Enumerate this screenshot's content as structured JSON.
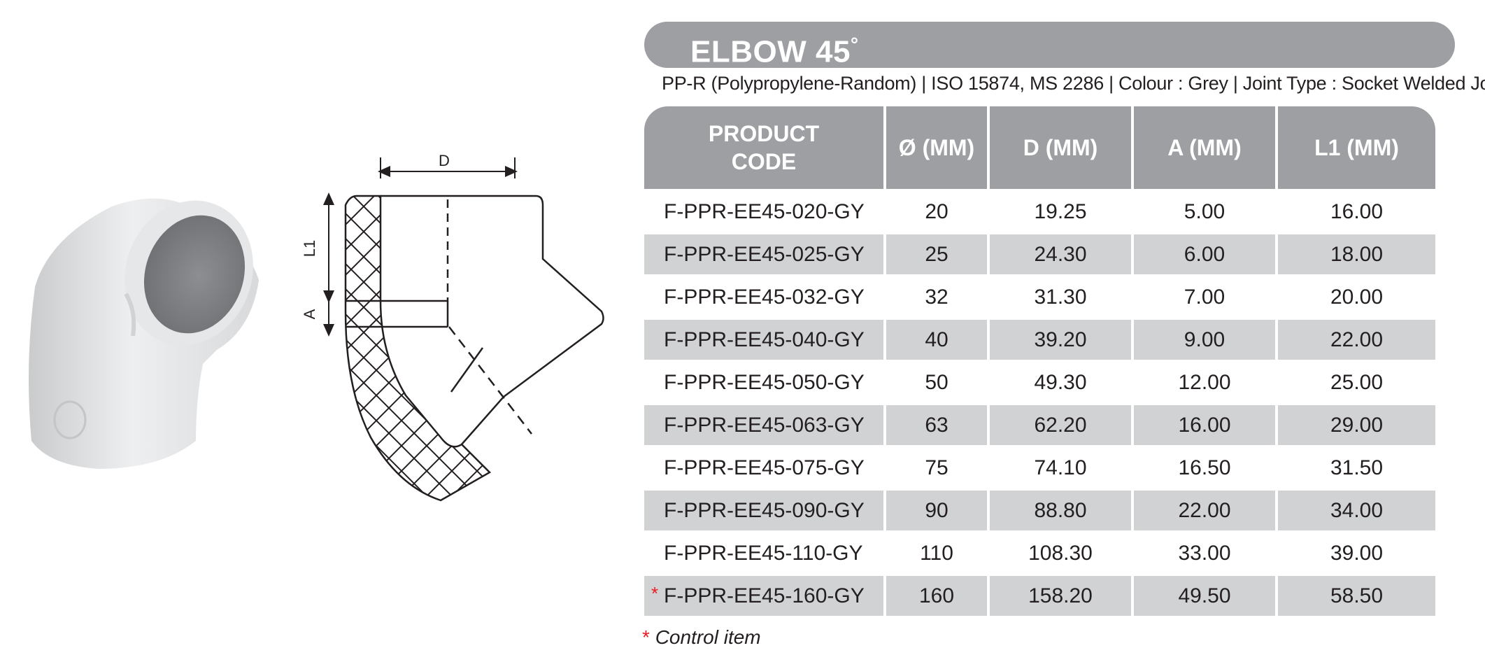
{
  "title": "ELBOW 45",
  "title_degree": "°",
  "subtitle": "PP-R (Polypropylene-Random) | ISO 15874, MS 2286 |  Colour : Grey | Joint Type : Socket Welded Joint",
  "drawing": {
    "label_d": "D",
    "label_l1": "L1",
    "label_a": "A"
  },
  "table": {
    "headers": [
      "PRODUCT\nCODE",
      "Ø (MM)",
      "D (MM)",
      "A (MM)",
      "L1 (MM)"
    ],
    "header_line1": "PRODUCT",
    "header_line2": "CODE",
    "rows": [
      {
        "code": "F-PPR-EE45-020-GY",
        "dia": "20",
        "d": "19.25",
        "a": "5.00",
        "l1": "16.00"
      },
      {
        "code": "F-PPR-EE45-025-GY",
        "dia": "25",
        "d": "24.30",
        "a": "6.00",
        "l1": "18.00"
      },
      {
        "code": "F-PPR-EE45-032-GY",
        "dia": "32",
        "d": "31.30",
        "a": "7.00",
        "l1": "20.00"
      },
      {
        "code": "F-PPR-EE45-040-GY",
        "dia": "40",
        "d": "39.20",
        "a": "9.00",
        "l1": "22.00"
      },
      {
        "code": "F-PPR-EE45-050-GY",
        "dia": "50",
        "d": "49.30",
        "a": "12.00",
        "l1": "25.00"
      },
      {
        "code": "F-PPR-EE45-063-GY",
        "dia": "63",
        "d": "62.20",
        "a": "16.00",
        "l1": "29.00"
      },
      {
        "code": "F-PPR-EE45-075-GY",
        "dia": "75",
        "d": "74.10",
        "a": "16.50",
        "l1": "31.50"
      },
      {
        "code": "F-PPR-EE45-090-GY",
        "dia": "90",
        "d": "88.80",
        "a": "22.00",
        "l1": "34.00"
      },
      {
        "code": "F-PPR-EE45-110-GY",
        "dia": "110",
        "d": "108.30",
        "a": "33.00",
        "l1": "39.00"
      },
      {
        "code": "F-PPR-EE45-160-GY",
        "dia": "160",
        "d": "158.20",
        "a": "49.50",
        "l1": "58.50",
        "control": true
      }
    ]
  },
  "marker": "*",
  "footnote": "Control item",
  "colors": {
    "header_grey": "#9d9fa2",
    "row_grey": "#d1d2d4",
    "marker_red": "#ed1c24"
  }
}
